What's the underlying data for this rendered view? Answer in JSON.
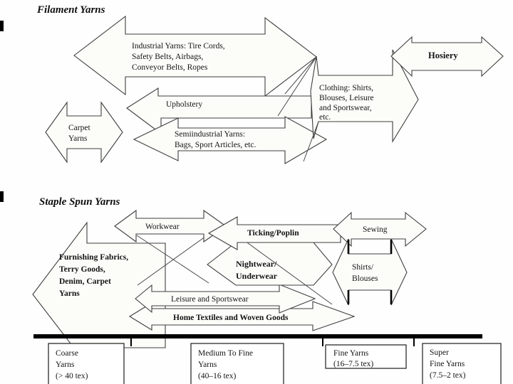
{
  "filament": {
    "title": "Filament Yarns",
    "industrial": [
      "Industrial Yarns: Tire Cords,",
      "Safety Belts, Airbags,",
      "Conveyor Belts, Ropes"
    ],
    "carpet": [
      "Carpet",
      "Yarns"
    ],
    "upholstery": "Upholstery",
    "semiindustrial": [
      "Semiindustrial Yarns:",
      "Bags, Sport Articles, etc."
    ],
    "clothing": [
      "Clothing: Shirts,",
      "Blouses, Leisure",
      "and Sportswear,",
      "etc."
    ],
    "hosiery": "Hosiery"
  },
  "staple": {
    "title": "Staple Spun Yarns",
    "furnishing": [
      "Furnishing Fabrics,",
      "Terry Goods,",
      "Denim, Carpet",
      "Yarns"
    ],
    "workwear": "Workwear",
    "ticking": "Ticking/Poplin",
    "sewing": "Sewing",
    "nightwear": [
      "Nightwear/",
      "Underwear"
    ],
    "shirts": [
      "Shirts/",
      "Blouses"
    ],
    "leisure": "Leisure and Sportswear",
    "hometextiles": "Home Textiles and Woven Goods"
  },
  "scale": {
    "boxes": [
      {
        "lines": [
          "Coarse",
          "Yarns",
          "(> 40 tex)"
        ]
      },
      {
        "lines": [
          "Medium To Fine",
          "Yarns",
          "(40–16 tex)"
        ]
      },
      {
        "lines": [
          "Fine Yarns",
          "(16–7.5 tex)"
        ]
      },
      {
        "lines": [
          "Super",
          "Fine Yarns",
          "(7.5–2 tex)"
        ]
      }
    ]
  },
  "colors": {
    "ink": "#3f3f3f",
    "arrow_fill": "#fcfcf9",
    "text": "#141414",
    "scale_bar": "#000000"
  }
}
